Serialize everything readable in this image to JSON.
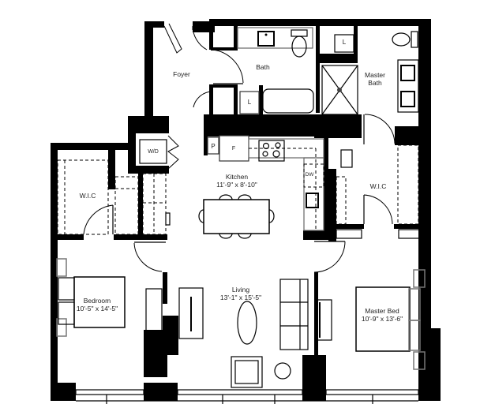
{
  "plan": {
    "rooms": {
      "foyer": {
        "name": "Foyer"
      },
      "bath": {
        "name": "Bath"
      },
      "master_bath": {
        "name_line1": "Master",
        "name_line2": "Bath"
      },
      "kitchen": {
        "name": "Kitchen",
        "dims": "11'-9\" x 8'-10\""
      },
      "wic_left": {
        "name": "W.I.C"
      },
      "wic_right": {
        "name": "W.I.C"
      },
      "bedroom": {
        "name": "Bedroom",
        "dims": "10'-5\" x 14'-5\""
      },
      "living": {
        "name": "Living",
        "dims": "13'-1\" x 15'-5\""
      },
      "master_bed": {
        "name": "Master Bed",
        "dims": "10'-9\" x 13'-6\""
      }
    },
    "fixtures": {
      "washer_dryer": "W/D",
      "pantry": "P",
      "fridge": "F",
      "dishwasher": "DW",
      "linen_bath": "L",
      "linen_master": "L"
    },
    "colors": {
      "wall": "#000000",
      "line": "#333333",
      "background": "#ffffff"
    }
  }
}
